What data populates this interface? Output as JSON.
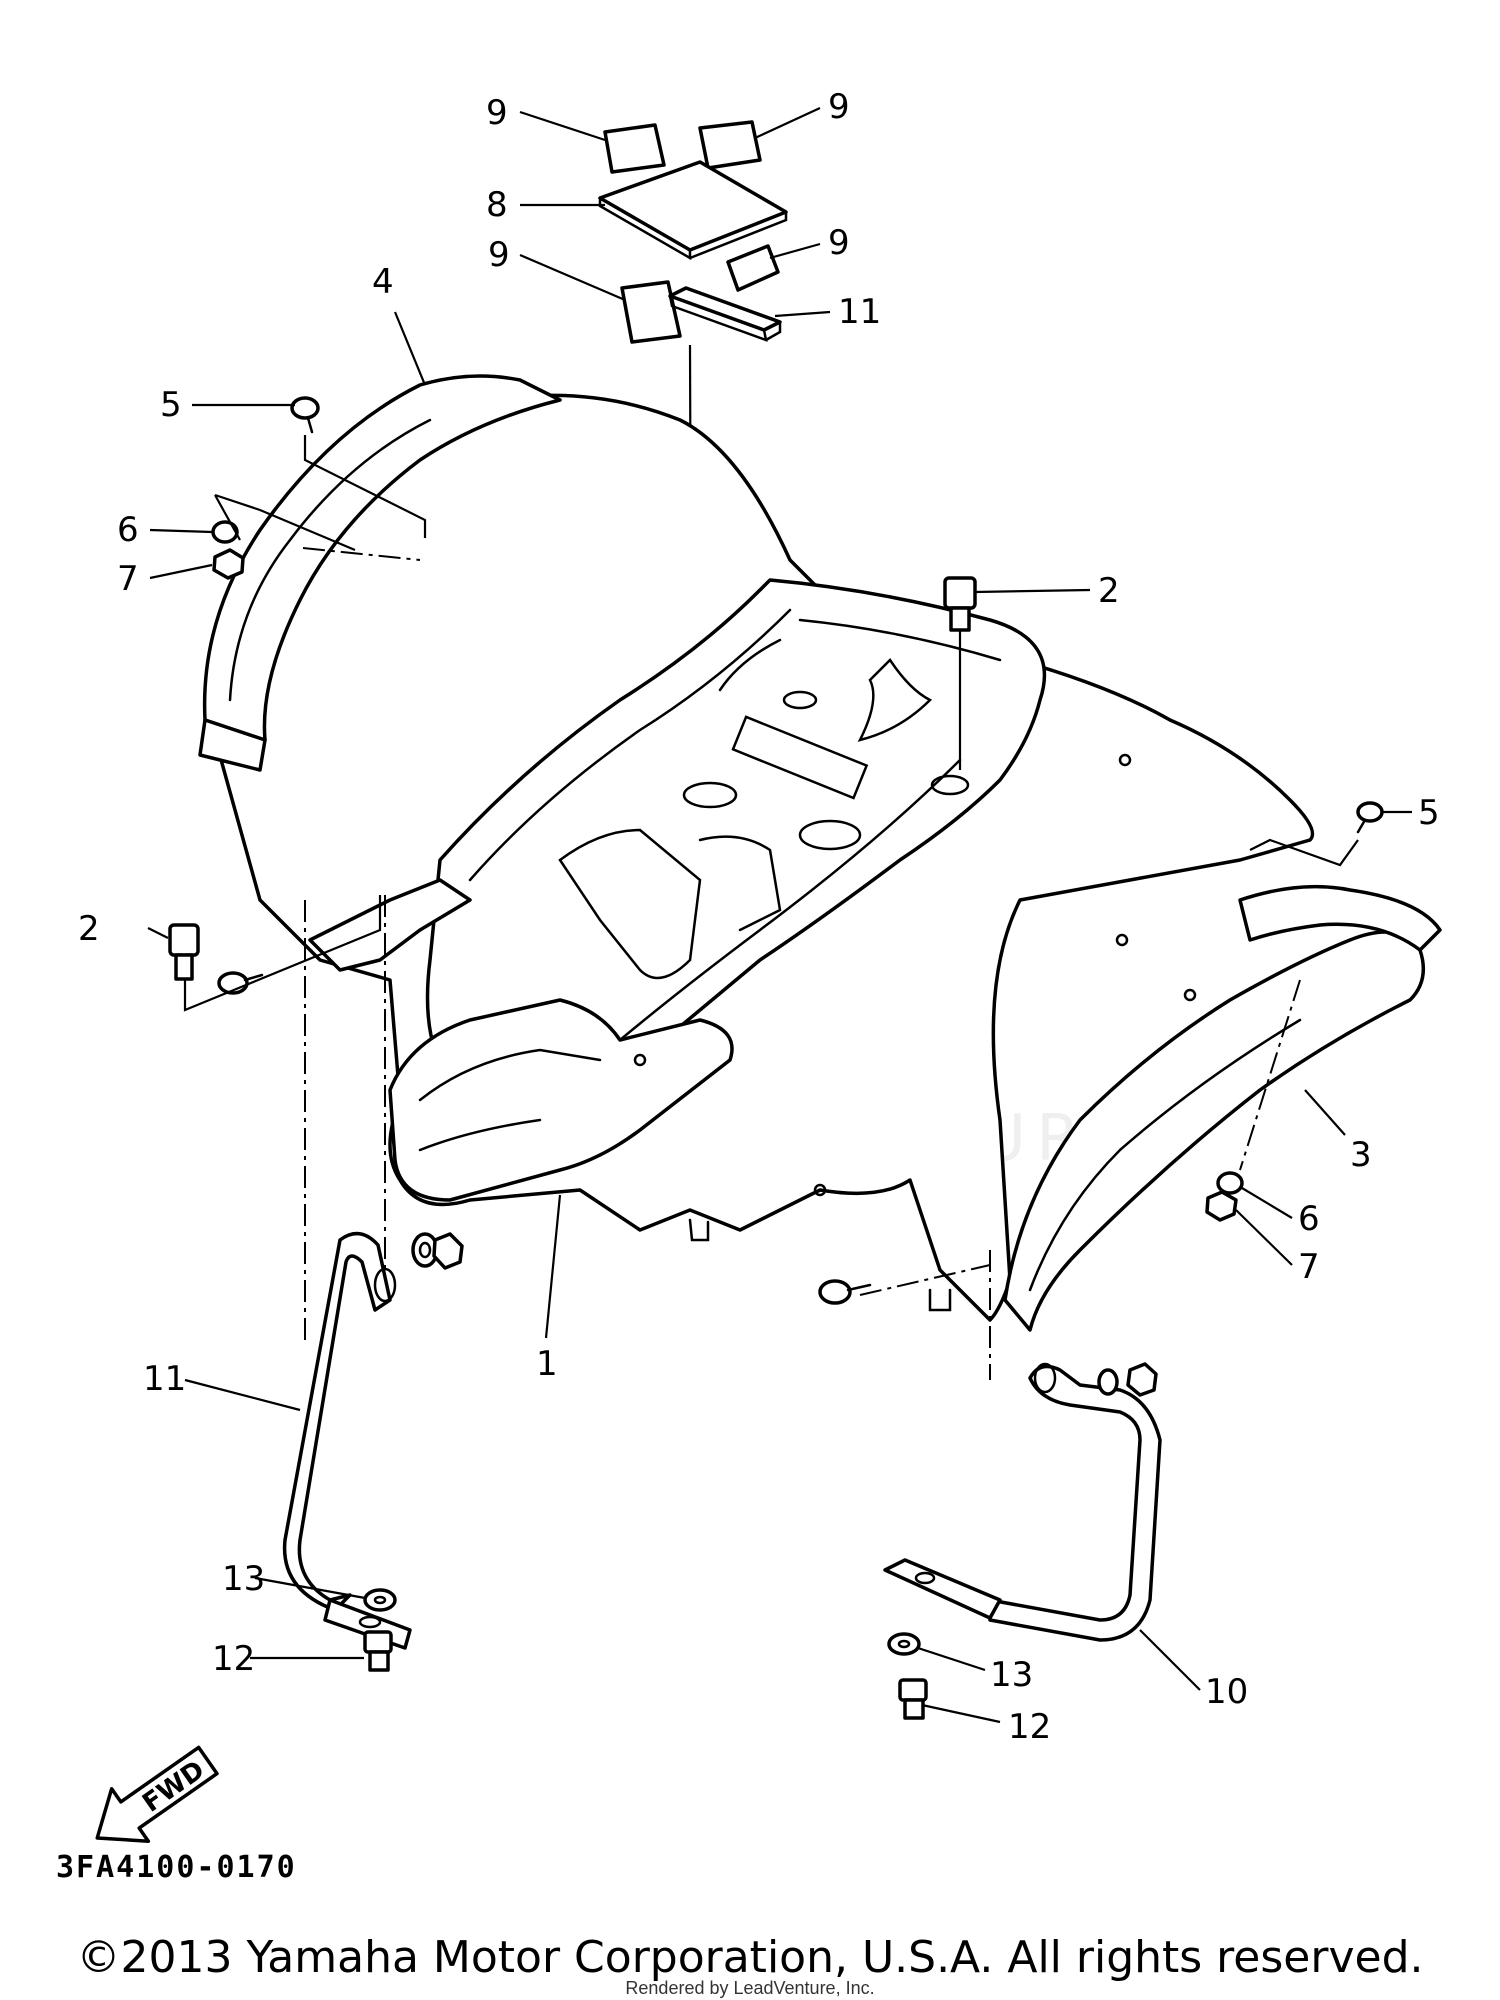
{
  "callouts": [
    {
      "id": "c1",
      "text": "1"
    },
    {
      "id": "c2a",
      "text": "2"
    },
    {
      "id": "c2b",
      "text": "2"
    },
    {
      "id": "c3",
      "text": "3"
    },
    {
      "id": "c4",
      "text": "4"
    },
    {
      "id": "c5a",
      "text": "5"
    },
    {
      "id": "c5b",
      "text": "5"
    },
    {
      "id": "c6a",
      "text": "6"
    },
    {
      "id": "c6b",
      "text": "6"
    },
    {
      "id": "c7a",
      "text": "7"
    },
    {
      "id": "c7b",
      "text": "7"
    },
    {
      "id": "c8",
      "text": "8"
    },
    {
      "id": "c9a",
      "text": "9"
    },
    {
      "id": "c9b",
      "text": "9"
    },
    {
      "id": "c9c",
      "text": "9"
    },
    {
      "id": "c9d",
      "text": "9"
    },
    {
      "id": "c10",
      "text": "10"
    },
    {
      "id": "c11a",
      "text": "11"
    },
    {
      "id": "c11b",
      "text": "11"
    },
    {
      "id": "c12a",
      "text": "12"
    },
    {
      "id": "c12b",
      "text": "12"
    },
    {
      "id": "c13a",
      "text": "13"
    },
    {
      "id": "c13b",
      "text": "13"
    }
  ],
  "fwd_label": "FWD",
  "diagram_code": "3FA4100-0170",
  "copyright": "©2013 Yamaha Motor Corporation, U.S.A. All rights reserved.",
  "rendered_by": "Rendered by LeadVenture, Inc.",
  "watermark": "LEADVENTURE"
}
